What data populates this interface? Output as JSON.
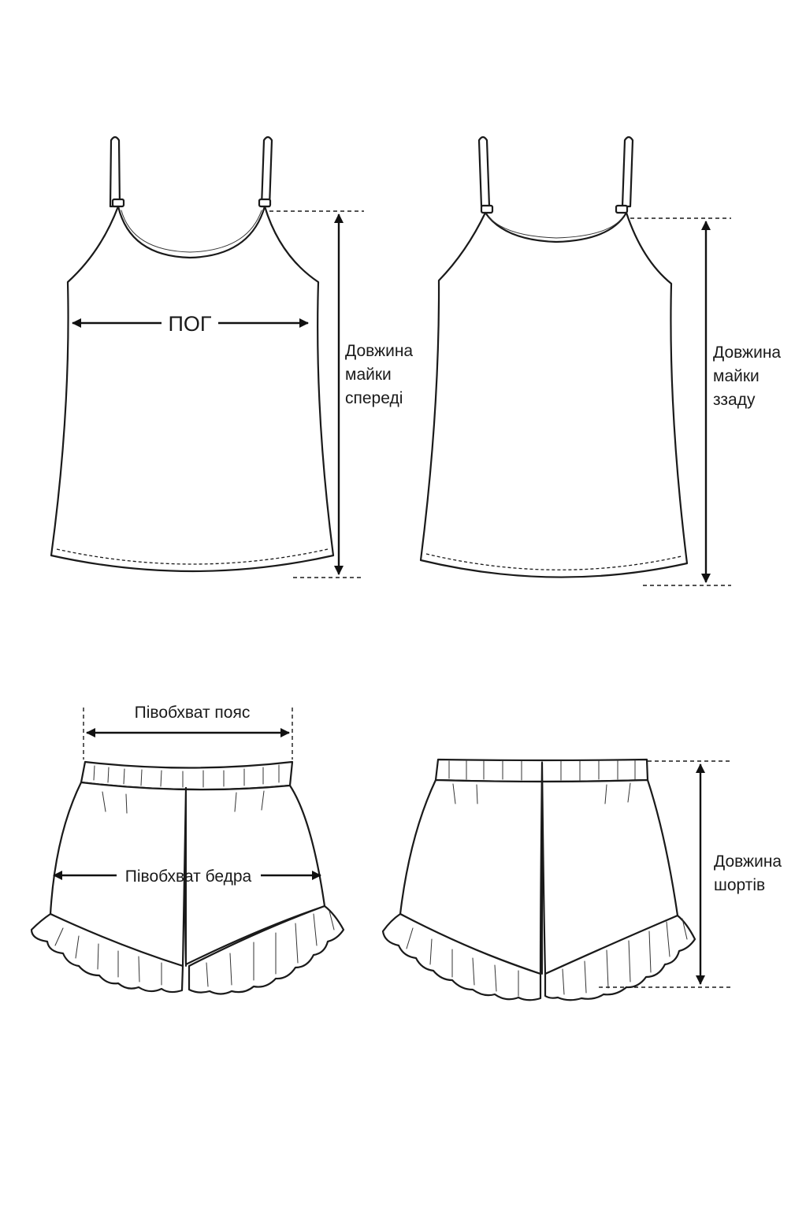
{
  "labels": {
    "chest": "ПОГ",
    "front_length": [
      "Довжина",
      "майки",
      "спереді"
    ],
    "back_length": [
      "Довжина",
      "майки",
      "ззаду"
    ],
    "waist_half": "Півобхват пояс",
    "hip_half": "Півобхват бедра",
    "shorts_length": [
      "Довжина",
      "шортів"
    ]
  },
  "colors": {
    "outline": "#1a1a1a",
    "background": "#ffffff"
  }
}
